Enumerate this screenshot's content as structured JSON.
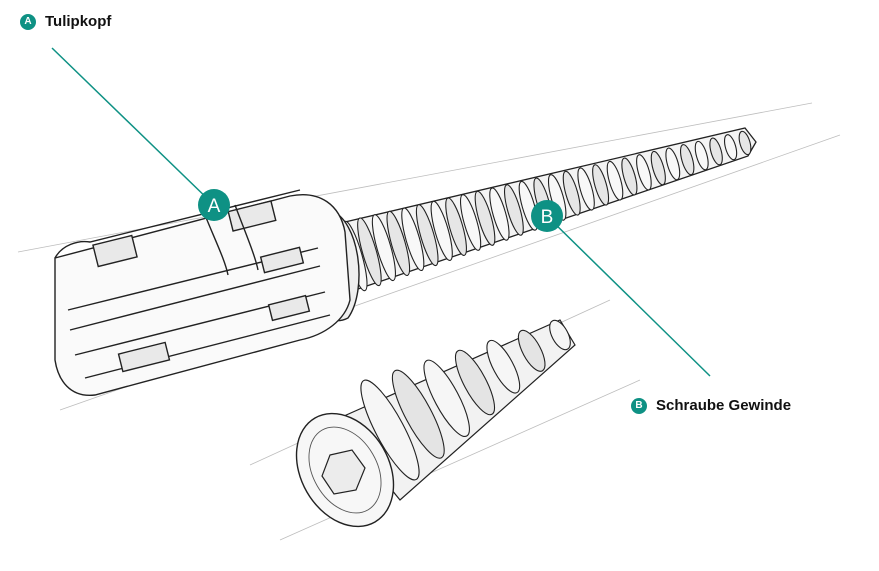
{
  "accent_color": "#0e9184",
  "line_color": "#1f1f1f",
  "legend": {
    "a": {
      "letter": "A",
      "label": "Tulipkopf"
    },
    "b": {
      "letter": "B",
      "label": "Schraube Gewinde"
    }
  },
  "illustration": {
    "pedicle_screw": {
      "icon": "pedicle-screw-icon"
    },
    "small_screw": {
      "icon": "cancellous-screw-icon"
    }
  }
}
